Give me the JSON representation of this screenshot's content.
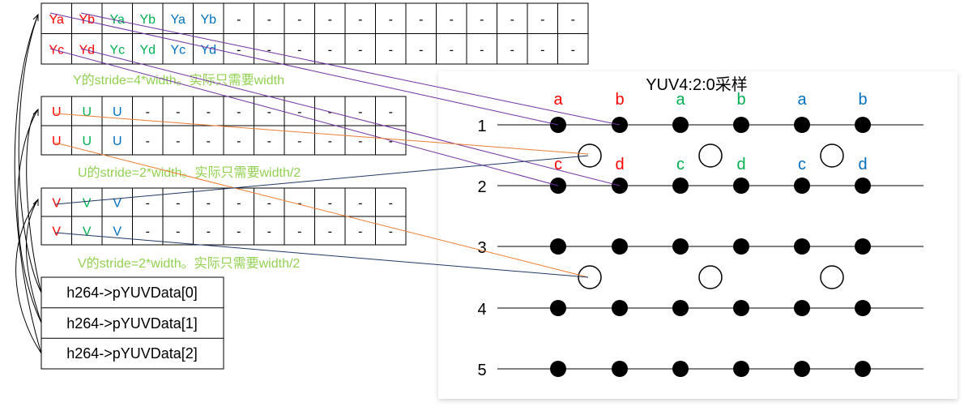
{
  "colors": {
    "red": "#FF0000",
    "green": "#00B050",
    "blue": "#0070C0",
    "caption_green": "#92D050",
    "purple": "#7030A0",
    "orange": "#ED7D31",
    "navy": "#1F3864",
    "grid": "#000000"
  },
  "y_plane": {
    "row1": [
      {
        "text": "Ya",
        "color": "red"
      },
      {
        "text": "Yb",
        "color": "red"
      },
      {
        "text": "Ya",
        "color": "green"
      },
      {
        "text": "Yb",
        "color": "green"
      },
      {
        "text": "Ya",
        "color": "blue"
      },
      {
        "text": "Yb",
        "color": "blue"
      },
      {
        "text": "-"
      },
      {
        "text": "-"
      },
      {
        "text": "-"
      },
      {
        "text": "-"
      },
      {
        "text": "-"
      },
      {
        "text": "-"
      },
      {
        "text": "-"
      },
      {
        "text": "-"
      },
      {
        "text": "-"
      },
      {
        "text": "-"
      },
      {
        "text": "-"
      },
      {
        "text": "-"
      }
    ],
    "row2": [
      {
        "text": "Yc",
        "color": "red"
      },
      {
        "text": "Yd",
        "color": "red"
      },
      {
        "text": "Yc",
        "color": "green"
      },
      {
        "text": "Yd",
        "color": "green"
      },
      {
        "text": "Yc",
        "color": "blue"
      },
      {
        "text": "Yd",
        "color": "blue"
      },
      {
        "text": "-"
      },
      {
        "text": "-"
      },
      {
        "text": "-"
      },
      {
        "text": "-"
      },
      {
        "text": "-"
      },
      {
        "text": "-"
      },
      {
        "text": "-"
      },
      {
        "text": "-"
      },
      {
        "text": "-"
      },
      {
        "text": "-"
      },
      {
        "text": "-"
      },
      {
        "text": "-"
      }
    ],
    "caption": "Y的stride=4*width。实际只需要width"
  },
  "u_plane": {
    "row1": [
      {
        "text": "U",
        "color": "red"
      },
      {
        "text": "U",
        "color": "green"
      },
      {
        "text": "U",
        "color": "blue"
      },
      {
        "text": "-"
      },
      {
        "text": "-"
      },
      {
        "text": "-"
      },
      {
        "text": "-"
      },
      {
        "text": "-"
      },
      {
        "text": "-"
      },
      {
        "text": "-"
      },
      {
        "text": "-"
      },
      {
        "text": "-"
      }
    ],
    "row2": [
      {
        "text": "U",
        "color": "red"
      },
      {
        "text": "U",
        "color": "green"
      },
      {
        "text": "U",
        "color": "blue"
      },
      {
        "text": "-"
      },
      {
        "text": "-"
      },
      {
        "text": "-"
      },
      {
        "text": "-"
      },
      {
        "text": "-"
      },
      {
        "text": "-"
      },
      {
        "text": "-"
      },
      {
        "text": "-"
      },
      {
        "text": "-"
      }
    ],
    "caption": "U的stride=2*width。实际只需要width/2"
  },
  "v_plane": {
    "row1": [
      {
        "text": "V",
        "color": "red"
      },
      {
        "text": "V",
        "color": "green"
      },
      {
        "text": "V",
        "color": "blue"
      },
      {
        "text": "-"
      },
      {
        "text": "-"
      },
      {
        "text": "-"
      },
      {
        "text": "-"
      },
      {
        "text": "-"
      },
      {
        "text": "-"
      },
      {
        "text": "-"
      },
      {
        "text": "-"
      },
      {
        "text": "-"
      }
    ],
    "row2": [
      {
        "text": "V",
        "color": "red"
      },
      {
        "text": "V",
        "color": "green"
      },
      {
        "text": "V",
        "color": "blue"
      },
      {
        "text": "-"
      },
      {
        "text": "-"
      },
      {
        "text": "-"
      },
      {
        "text": "-"
      },
      {
        "text": "-"
      },
      {
        "text": "-"
      },
      {
        "text": "-"
      },
      {
        "text": "-"
      },
      {
        "text": "-"
      }
    ],
    "caption": "V的stride=2*width。实际只需要width/2"
  },
  "pointers": [
    "h264->pYUVData[0]",
    "h264->pYUVData[1]",
    "h264->pYUVData[2]"
  ],
  "sampling": {
    "title": "YUV4:2:0采样",
    "row_numbers": [
      "1",
      "2",
      "3",
      "4",
      "5"
    ],
    "top_labels": [
      {
        "text": "a",
        "color": "red"
      },
      {
        "text": "b",
        "color": "red"
      },
      {
        "text": "a",
        "color": "green"
      },
      {
        "text": "b",
        "color": "green"
      },
      {
        "text": "a",
        "color": "blue"
      },
      {
        "text": "b",
        "color": "blue"
      }
    ],
    "mid_labels": [
      {
        "text": "c",
        "color": "red"
      },
      {
        "text": "d",
        "color": "red"
      },
      {
        "text": "c",
        "color": "green"
      },
      {
        "text": "d",
        "color": "green"
      },
      {
        "text": "c",
        "color": "blue"
      },
      {
        "text": "d",
        "color": "blue"
      }
    ]
  }
}
